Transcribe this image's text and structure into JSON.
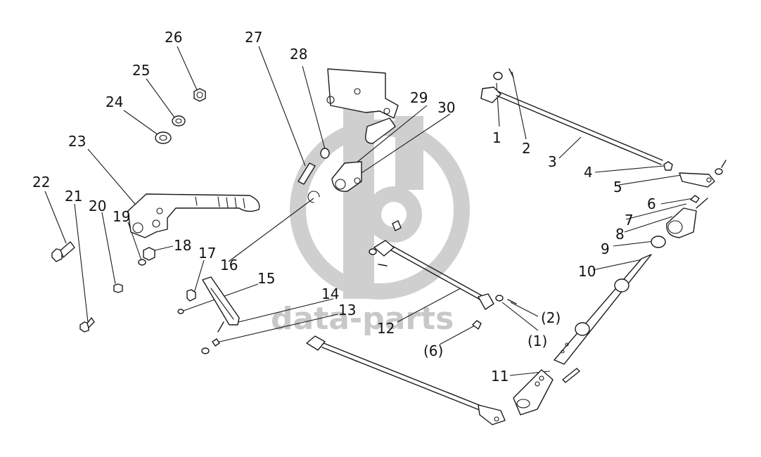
{
  "watermark": {
    "brand_text": "data-parts",
    "color": "#c8c8c8"
  },
  "diagram": {
    "type": "exploded-parts-diagram",
    "callouts": [
      {
        "id": "c1",
        "label": "1"
      },
      {
        "id": "c2",
        "label": "2"
      },
      {
        "id": "c3",
        "label": "3"
      },
      {
        "id": "c4",
        "label": "4"
      },
      {
        "id": "c5",
        "label": "5"
      },
      {
        "id": "c6",
        "label": "6"
      },
      {
        "id": "c7",
        "label": "7"
      },
      {
        "id": "c8",
        "label": "8"
      },
      {
        "id": "c9",
        "label": "9"
      },
      {
        "id": "c10",
        "label": "10"
      },
      {
        "id": "c11",
        "label": "11"
      },
      {
        "id": "c12",
        "label": "12"
      },
      {
        "id": "c13",
        "label": "13"
      },
      {
        "id": "c14",
        "label": "14"
      },
      {
        "id": "c15",
        "label": "15"
      },
      {
        "id": "c16",
        "label": "16"
      },
      {
        "id": "c17",
        "label": "17"
      },
      {
        "id": "c18",
        "label": "18"
      },
      {
        "id": "c19",
        "label": "19"
      },
      {
        "id": "c20",
        "label": "20"
      },
      {
        "id": "c21",
        "label": "21"
      },
      {
        "id": "c22",
        "label": "22"
      },
      {
        "id": "c23",
        "label": "23"
      },
      {
        "id": "c24",
        "label": "24"
      },
      {
        "id": "c25",
        "label": "25"
      },
      {
        "id": "c26",
        "label": "26"
      },
      {
        "id": "c27",
        "label": "27"
      },
      {
        "id": "c28",
        "label": "28"
      },
      {
        "id": "c29",
        "label": "29"
      },
      {
        "id": "c30",
        "label": "30"
      },
      {
        "id": "c31",
        "label": "(2)"
      },
      {
        "id": "c32",
        "label": "(1)"
      },
      {
        "id": "c33",
        "label": "(6)"
      }
    ]
  }
}
